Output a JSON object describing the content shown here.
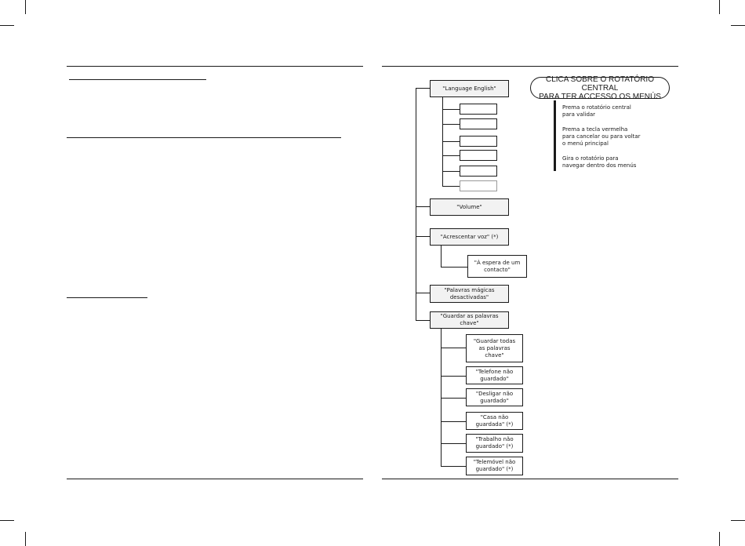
{
  "header": {
    "title_line1": "CLICA SOBRE O ROTATÓRIO CENTRAL",
    "title_line2": "PARA TER ACCESSO OS MENÚS"
  },
  "instructions": [
    "Prema o rotatório central\npara validar",
    "Prema a tecla vermelha\npara cancelar ou para voltar\no menú principal",
    "Gira o rotatório para\nnavegar dentro dos menús"
  ],
  "menu": {
    "language": "\"Language English\"",
    "volume": "\"Volume\"",
    "add_voice": "\"Acrescentar voz\" (*)",
    "waiting_contact": "\"À espera de um\ncontacto\"",
    "magic_words": "\"Palavras mágicas\ndesactivadas\"",
    "save_keywords": "\"Guardar as palavras\nchave\"",
    "save_items": [
      "\"Guardar todas\nas palavras\nchave\"",
      "\"Telefone não\nguardado\"",
      "\"Desligar não\nguardado\"",
      "\"Casa não\nguardada\" (*)",
      "\"Trabalho não\nguardado\" (*)",
      "\"Telemóvel não\nguardado\" (*)"
    ]
  }
}
